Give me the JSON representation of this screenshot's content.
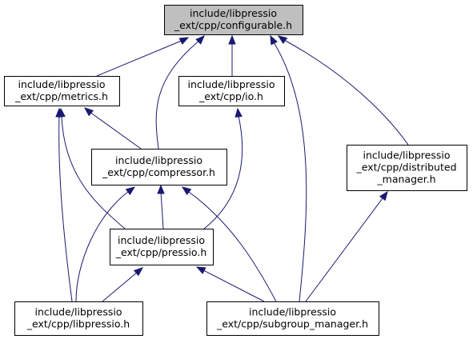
{
  "diagram": {
    "nodes": [
      {
        "id": "configurable",
        "lines": [
          "include/libpressio",
          "_ext/cpp/configurable.h"
        ],
        "highlighted": true
      },
      {
        "id": "metrics",
        "lines": [
          "include/libpressio",
          "_ext/cpp/metrics.h"
        ],
        "highlighted": false
      },
      {
        "id": "io",
        "lines": [
          "include/libpressio",
          "_ext/cpp/io.h"
        ],
        "highlighted": false
      },
      {
        "id": "compressor",
        "lines": [
          "include/libpressio",
          "_ext/cpp/compressor.h"
        ],
        "highlighted": false
      },
      {
        "id": "distributed",
        "lines": [
          "include/libpressio",
          "_ext/cpp/distributed",
          "_manager.h"
        ],
        "highlighted": false
      },
      {
        "id": "pressio",
        "lines": [
          "include/libpressio",
          "_ext/cpp/pressio.h"
        ],
        "highlighted": false
      },
      {
        "id": "libpressio",
        "lines": [
          "include/libpressio",
          "_ext/cpp/libpressio.h"
        ],
        "highlighted": false
      },
      {
        "id": "subgroup",
        "lines": [
          "include/libpressio",
          "_ext/cpp/subgroup_manager.h"
        ],
        "highlighted": false
      }
    ],
    "edges": [
      {
        "from": "metrics",
        "to": "configurable"
      },
      {
        "from": "compressor",
        "to": "configurable"
      },
      {
        "from": "io",
        "to": "configurable"
      },
      {
        "from": "subgroup",
        "to": "configurable"
      },
      {
        "from": "distributed",
        "to": "configurable"
      },
      {
        "from": "compressor",
        "to": "metrics"
      },
      {
        "from": "pressio",
        "to": "metrics"
      },
      {
        "from": "libpressio",
        "to": "metrics"
      },
      {
        "from": "pressio",
        "to": "io"
      },
      {
        "from": "pressio",
        "to": "compressor"
      },
      {
        "from": "libpressio",
        "to": "compressor"
      },
      {
        "from": "subgroup",
        "to": "compressor"
      },
      {
        "from": "subgroup",
        "to": "distributed"
      },
      {
        "from": "libpressio",
        "to": "pressio"
      },
      {
        "from": "subgroup",
        "to": "pressio"
      }
    ],
    "colors": {
      "edge": "#191970",
      "highlight_fill": "#bfbfbf",
      "node_fill": "#ffffff",
      "border": "#000000"
    }
  }
}
